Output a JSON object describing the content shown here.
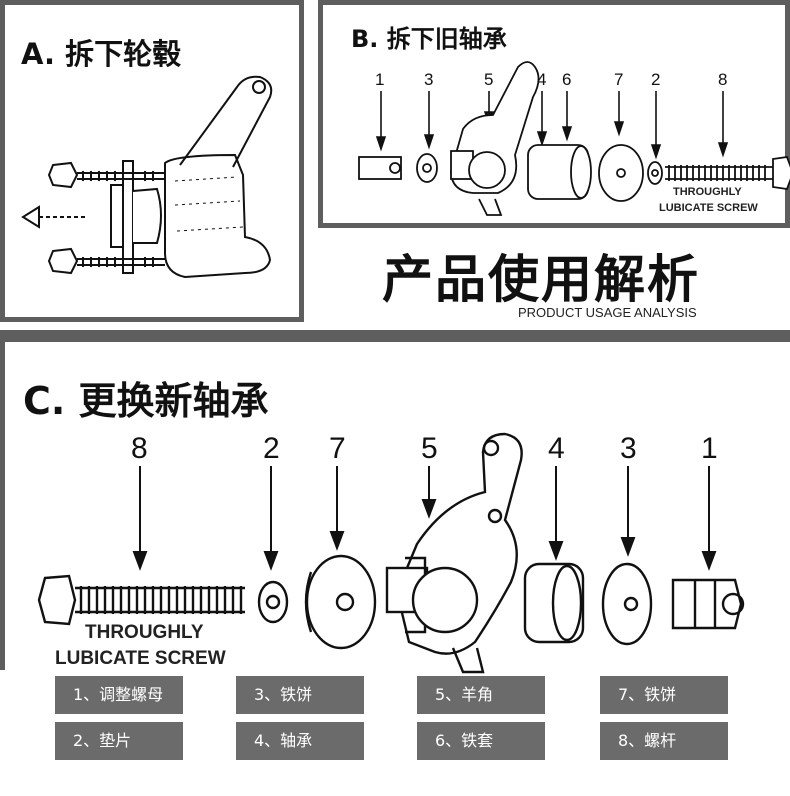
{
  "panel_a": {
    "title": "A. 拆下轮毂"
  },
  "panel_b": {
    "title": "B. 拆下旧轴承",
    "numbers": [
      "1",
      "3",
      "5",
      "4",
      "6",
      "7",
      "2",
      "8"
    ],
    "screw_text": [
      "THROUGHLY",
      "LUBICATE SCREW"
    ]
  },
  "headline": {
    "title": "产品使用解析",
    "subtitle": "PRODUCT USAGE ANALYSIS"
  },
  "panel_c": {
    "title": "C. 更换新轴承",
    "numbers": [
      "8",
      "2",
      "7",
      "5",
      "4",
      "3",
      "1"
    ],
    "screw_text": [
      "THROUGHLY",
      "LUBICATE SCREW"
    ]
  },
  "legend": [
    "1、调整螺母",
    "3、铁饼",
    "5、羊角",
    "7、铁饼",
    "2、垫片",
    "4、轴承",
    "6、铁套",
    "8、螺杆"
  ],
  "colors": {
    "frame": "#5e5e5e",
    "legend_bg": "#6b6b6b",
    "legend_text": "#ffffff"
  }
}
